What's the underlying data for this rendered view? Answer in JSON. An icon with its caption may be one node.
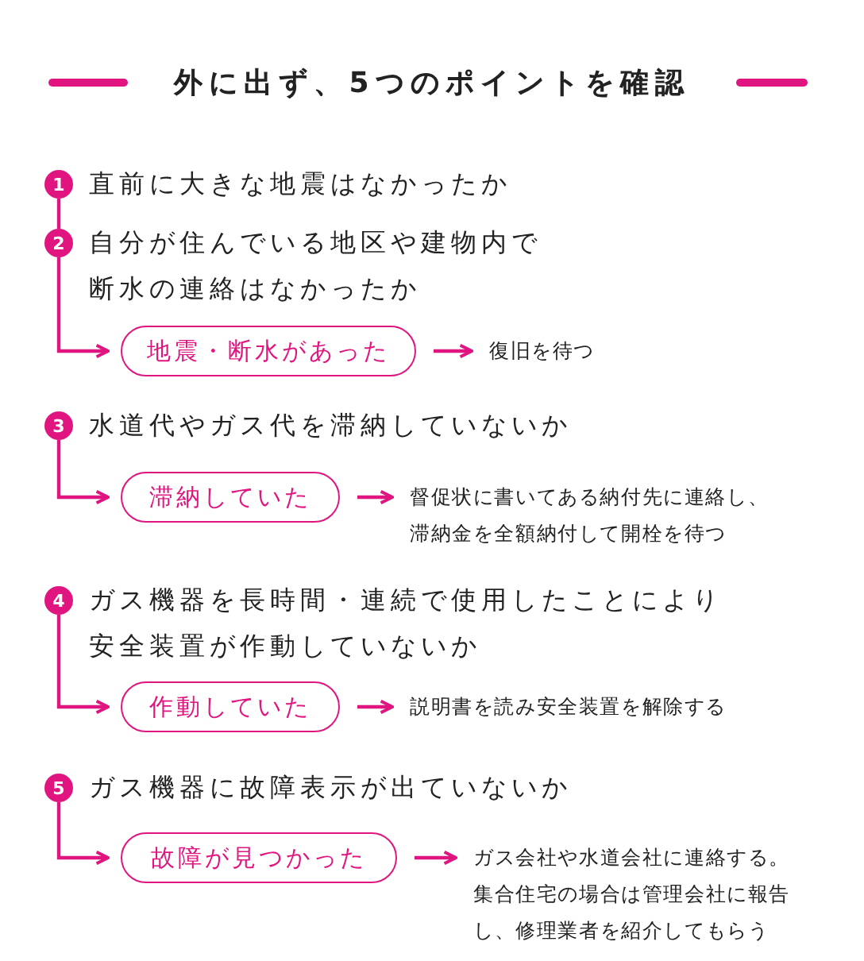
{
  "diagram": {
    "title": "外に出ず、5つのポイントを確認",
    "nodes": [
      {
        "text": [
          "1"
        ],
        "beside": [
          "直前に大きな地震はなかったか"
        ]
      },
      {
        "text": [
          "2"
        ],
        "beside": [
          "自分が住んでいる地区や建物内で断水の連絡はなかったか"
        ]
      },
      {
        "text": [
          "地震・断水があった"
        ]
      },
      {
        "text": [
          "復旧を待つ"
        ]
      },
      {
        "text": [
          "3"
        ],
        "beside": [
          "水道代やガス代を滞納していないか"
        ]
      },
      {
        "text": [
          "滞納していた"
        ]
      },
      {
        "text": [
          "督促状に書いてある納付先に連絡し、滞納金を全額納付して開栓を待つ"
        ]
      },
      {
        "text": [
          "4"
        ],
        "beside": [
          "ガス機器を長時間・連続で使用したことにより安全装置が作動していないか"
        ]
      },
      {
        "text": [
          "作動していた"
        ]
      },
      {
        "text": [
          "説明書を読み安全装置を解除する"
        ]
      },
      {
        "text": [
          "5"
        ],
        "beside": [
          "ガス機器に故障表示が出ていないか"
        ]
      },
      {
        "text": [
          "故障が見つかった"
        ]
      },
      {
        "text": [
          "ガス会社や水道会社に連絡する。集合住宅の場合は管理会社に報告し、修理業者を紹介してもらう"
        ]
      }
    ],
    "edges": [
      {
        "from": 0,
        "to": 1,
        "arrow": "none"
      },
      {
        "from": 1,
        "to": 2,
        "arrow": "to"
      },
      {
        "from": 2,
        "to": 3,
        "arrow": "to"
      },
      {
        "from": 4,
        "to": 5,
        "arrow": "to"
      },
      {
        "from": 5,
        "to": 6,
        "arrow": "to"
      },
      {
        "from": 7,
        "to": 8,
        "arrow": "to"
      },
      {
        "from": 8,
        "to": 9,
        "arrow": "to"
      },
      {
        "from": 10,
        "to": 11,
        "arrow": "to"
      },
      {
        "from": 11,
        "to": 12,
        "arrow": "to"
      }
    ]
  }
}
